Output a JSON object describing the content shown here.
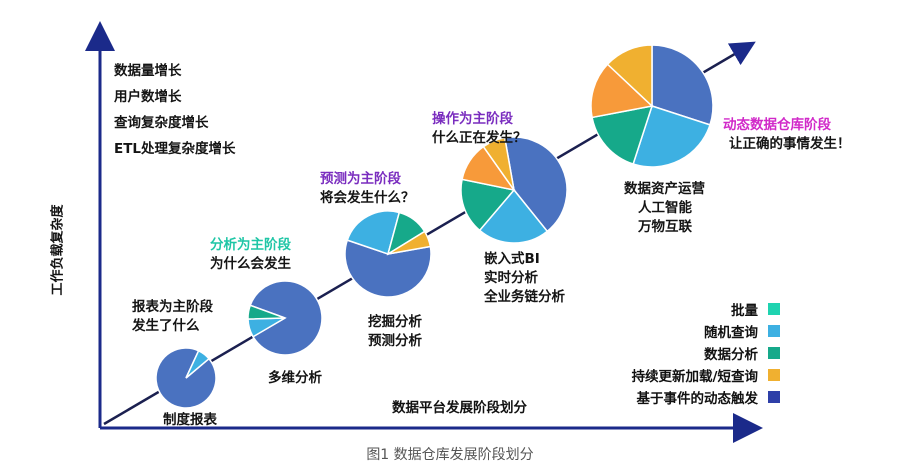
{
  "y_axis_label": "工作负载复杂度",
  "workload_factors": [
    "数据量增长",
    "用户数增长",
    "查询复杂度增长",
    "ETL处理复杂度增长"
  ],
  "stages": [
    {
      "head": "",
      "sub": "",
      "tech": [
        "制度报表"
      ],
      "slices": [
        0.93,
        0.07
      ],
      "head_color": ""
    },
    {
      "head": "报表为主阶段",
      "sub": "发生了什么",
      "tech": [
        "多维分析"
      ],
      "slices": [
        0.86,
        0.08,
        0.06
      ],
      "head_color": "#141414"
    },
    {
      "head": "分析为主阶段",
      "sub": "为什么会发生",
      "tech": [
        "挖掘分析",
        "预测分析"
      ],
      "slices": [
        0.58,
        0.24,
        0.12,
        0.06
      ],
      "head_color": "#1fc6a6"
    },
    {
      "head": "预测为主阶段",
      "sub": "将会发生什么？",
      "tech": [
        "嵌入式BI",
        "实时分析",
        "全业务链分析"
      ],
      "slices": [
        0.42,
        0.22,
        0.17,
        0.12,
        0.07
      ],
      "head_color": "#7a2dbf"
    },
    {
      "head": "操作为主阶段",
      "sub": "什么正在发生？",
      "tech": [
        "数据资产运营",
        "人工智能",
        "万物互联"
      ],
      "slices": [
        0.3,
        0.25,
        0.17,
        0.15,
        0.13
      ],
      "head_color": "#7a2dbf"
    },
    {
      "head": "动态数据仓库阶段",
      "sub": "让正确的事情发生！",
      "tech": [],
      "slices": [],
      "head_color": "#d129c9"
    }
  ],
  "legend": [
    {
      "label": "批量",
      "color": "#1fd3b0"
    },
    {
      "label": "随机查询",
      "color": "#3db0e2"
    },
    {
      "label": "数据分析",
      "color": "#16a98a"
    },
    {
      "label": "持续更新加载/短查询",
      "color": "#f0b030"
    },
    {
      "label": "基于事件的动态触发",
      "color": "#2e3fa8"
    }
  ],
  "pie_colors": {
    "main": "#4a72c0",
    "batch": "#1fd3b0",
    "query": "#3db0e2",
    "analysis": "#16a98a",
    "update": "#f0b030",
    "trigger": "#2e3fa8",
    "orange": "#f79a3a"
  },
  "subtitle": "数据平台发展阶段划分",
  "caption": "图1 数据仓库发展阶段划分"
}
